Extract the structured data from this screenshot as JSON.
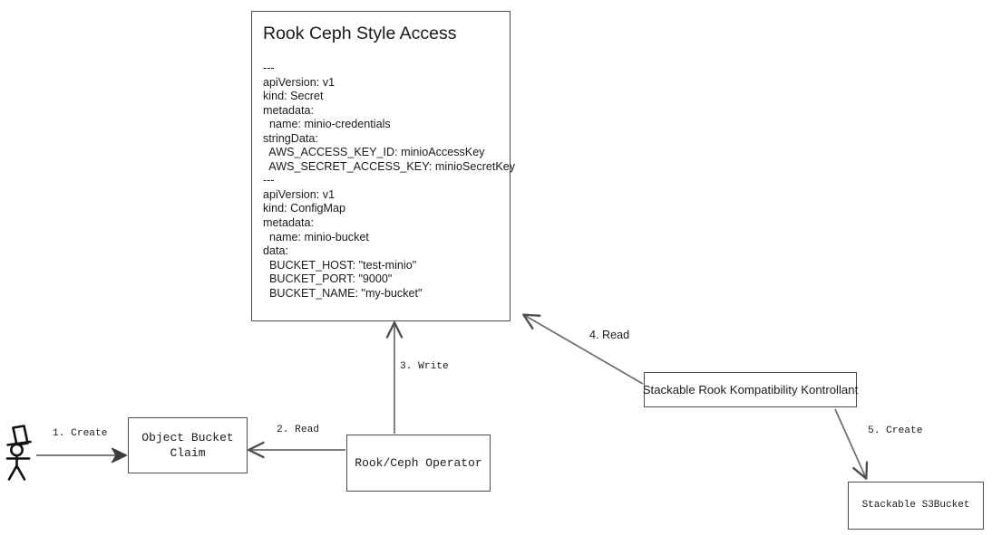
{
  "diagram": {
    "title": "Rook Ceph Style Access flow",
    "background_color": "#ffffff",
    "stroke_color": "#4d4d4d",
    "text_color": "#1a1a1a"
  },
  "yaml_card": {
    "title": "Rook Ceph Style Access",
    "body": "---\napiVersion: v1\nkind: Secret\nmetadata:\n  name: minio-credentials\nstringData:\n  AWS_ACCESS_KEY_ID: minioAccessKey\n  AWS_SECRET_ACCESS_KEY: minioSecretKey\n---\napiVersion: v1\nkind: ConfigMap\nmetadata:\n  name: minio-bucket\ndata:\n  BUCKET_HOST: \"test-minio\"\n  BUCKET_PORT: \"9000\"\n  BUCKET_NAME: \"my-bucket\""
  },
  "nodes": {
    "actor": {
      "name": "user-actor",
      "label": ""
    },
    "object_bucket_claim": {
      "label": "Object Bucket\nClaim"
    },
    "rook_ceph_operator": {
      "label": "Rook/Ceph Operator"
    },
    "srkk": {
      "label": "Stackable Rook Kompatibility Kontrollant"
    },
    "s3bucket": {
      "label": "Stackable S3Bucket"
    }
  },
  "edges": [
    {
      "id": "e1",
      "label": "1. Create",
      "from": "user-actor",
      "to": "object-bucket-claim"
    },
    {
      "id": "e2",
      "label": "2. Read",
      "from": "rook-ceph-operator",
      "to": "object-bucket-claim"
    },
    {
      "id": "e3",
      "label": "3. Write",
      "from": "rook-ceph-operator",
      "to": "yaml-card"
    },
    {
      "id": "e4",
      "label": "4. Read",
      "from": "srkk",
      "to": "yaml-card"
    },
    {
      "id": "e5",
      "label": "5. Create",
      "from": "srkk",
      "to": "s3bucket"
    }
  ]
}
